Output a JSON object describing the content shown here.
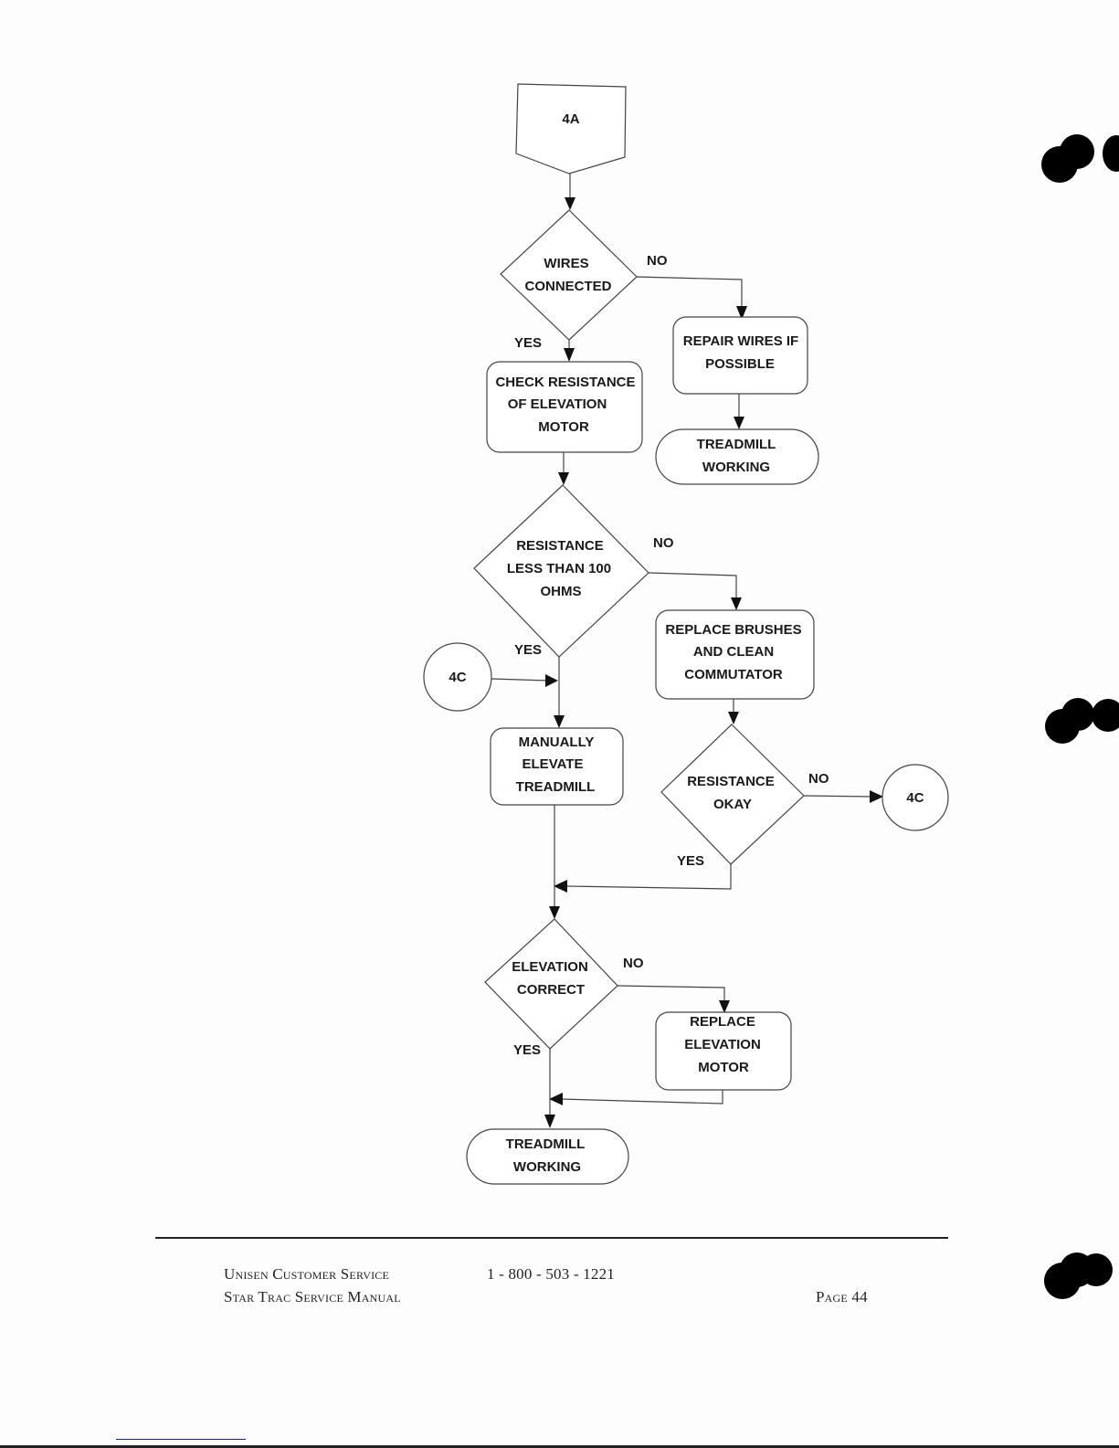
{
  "flowchart": {
    "start_connector": "4A",
    "nodes": {
      "wires_connected": [
        "WIRES",
        "CONNECTED"
      ],
      "repair_wires": [
        "REPAIR WIRES IF",
        "POSSIBLE"
      ],
      "treadmill_working_1": [
        "TREADMILL",
        "WORKING"
      ],
      "check_resistance": [
        "CHECK RESISTANCE",
        "OF ELEVATION",
        "MOTOR"
      ],
      "resistance_less_100": [
        "RESISTANCE",
        "LESS THAN 100",
        "OHMS"
      ],
      "replace_brushes": [
        "REPLACE BRUSHES",
        "AND CLEAN",
        "COMMUTATOR"
      ],
      "connector_4c_left": "4C",
      "manually_elevate": [
        "MANUALLY",
        "ELEVATE",
        "TREADMILL"
      ],
      "resistance_okay": [
        "RESISTANCE",
        "OKAY"
      ],
      "connector_4c_right": "4C",
      "elevation_correct": [
        "ELEVATION",
        "CORRECT"
      ],
      "replace_motor": [
        "REPLACE",
        "ELEVATION",
        "MOTOR"
      ],
      "treadmill_working_2": [
        "TREADMILL",
        "WORKING"
      ]
    },
    "edge_labels": {
      "yes": "YES",
      "no": "NO"
    }
  },
  "footer": {
    "company": "Unisen Customer Service",
    "phone": "1 - 800 - 503 - 1221",
    "manual": "Star Trac Service Manual",
    "page": "Page 44"
  }
}
